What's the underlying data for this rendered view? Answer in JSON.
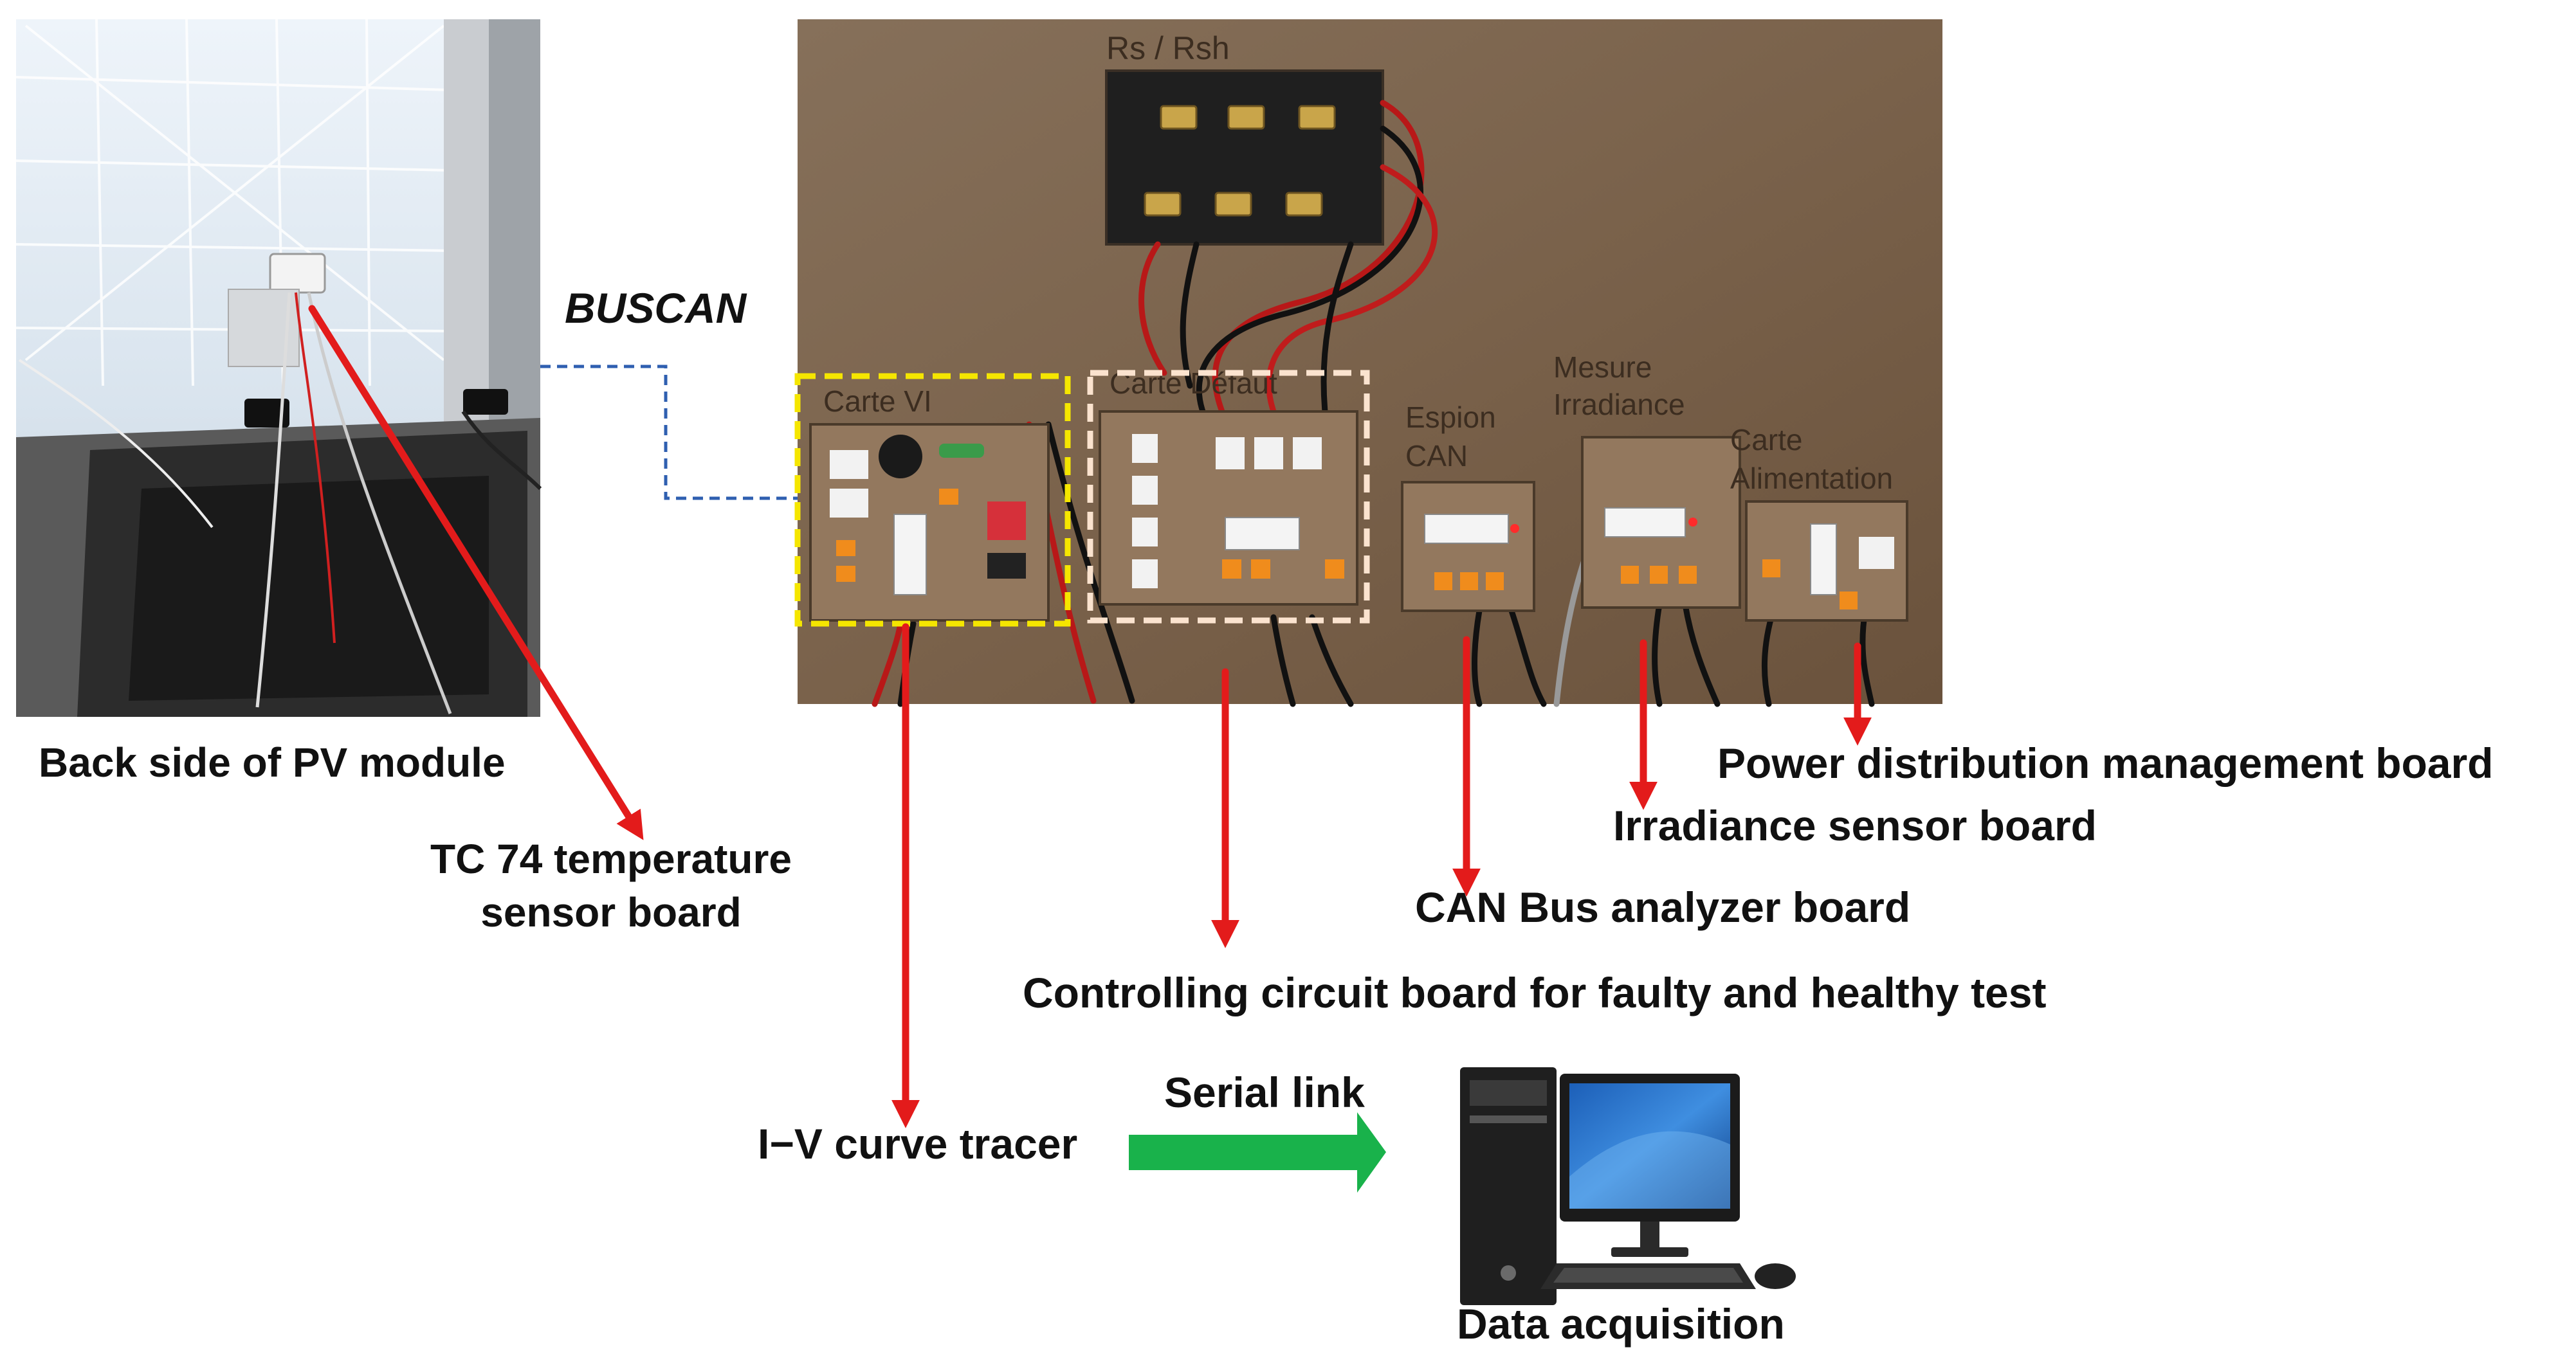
{
  "labels": {
    "pv_module": "Back side of PV module",
    "tc74_line1": "TC 74 temperature",
    "tc74_line2": "sensor board",
    "buscan": "BUSCAN",
    "power_board": "Power distribution management board",
    "irradiance_board": "Irradiance sensor board",
    "can_analyzer": "CAN Bus analyzer board",
    "controlling_board": "Controlling circuit board for faulty and healthy test",
    "iv_tracer": "I−V curve tracer",
    "serial_link": "Serial link",
    "data_acquisition": "Data acquisition"
  },
  "board_silkscreen": {
    "rs_rsh": "Rs / Rsh",
    "carte_vi": "Carte VI",
    "carte_defaut": "Carte Défaut",
    "espion_can_1": "Espion",
    "espion_can_2": "CAN",
    "mesure_irr_1": "Mesure",
    "mesure_irr_2": "Irradiance",
    "carte_alim_1": "Carte",
    "carte_alim_2": "Alimentation"
  },
  "colors": {
    "arrow_red": "#e31b1b",
    "arrow_green": "#19b24b",
    "dash_blue": "#2f5fb0",
    "highlight_yellow": "#f5e600",
    "highlight_peach": "#fbe3cf",
    "panel_brown": "#7b624a"
  }
}
